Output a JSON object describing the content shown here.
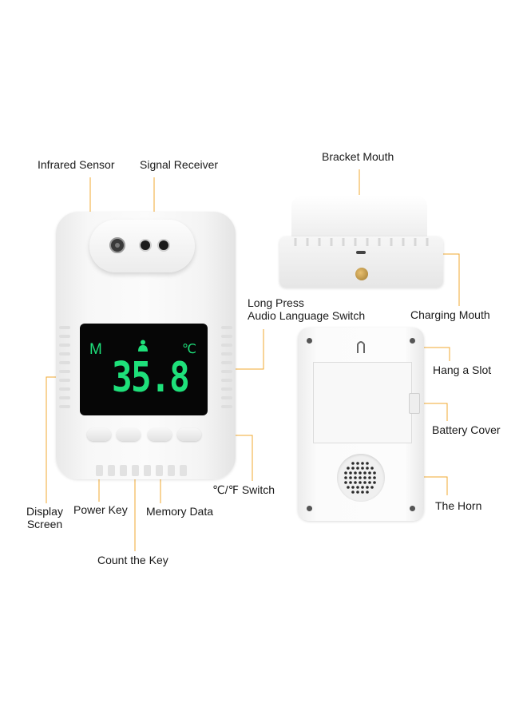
{
  "labels": {
    "infrared_sensor": "Infrared Sensor",
    "signal_receiver": "Signal Receiver",
    "bracket_mouth": "Bracket Mouth",
    "long_press_line1": "Long Press",
    "long_press_line2": "Audio Language Switch",
    "charging_mouth": "Charging Mouth",
    "hang_a_slot": "Hang a Slot",
    "battery_cover": "Battery Cover",
    "the_horn": "The Horn",
    "display_line1": "Display",
    "display_line2": "Screen",
    "power_key": "Power Key",
    "memory_data": "Memory Data",
    "unit_switch": "℃/℉ Switch",
    "count_the_key": "Count the Key"
  },
  "display": {
    "mode": "M",
    "unit": "℃",
    "reading": "35.8"
  },
  "colors": {
    "leader_line": "#f0a830",
    "lcd_green": "#1ee07a",
    "device_white": "#f7f7f7"
  }
}
